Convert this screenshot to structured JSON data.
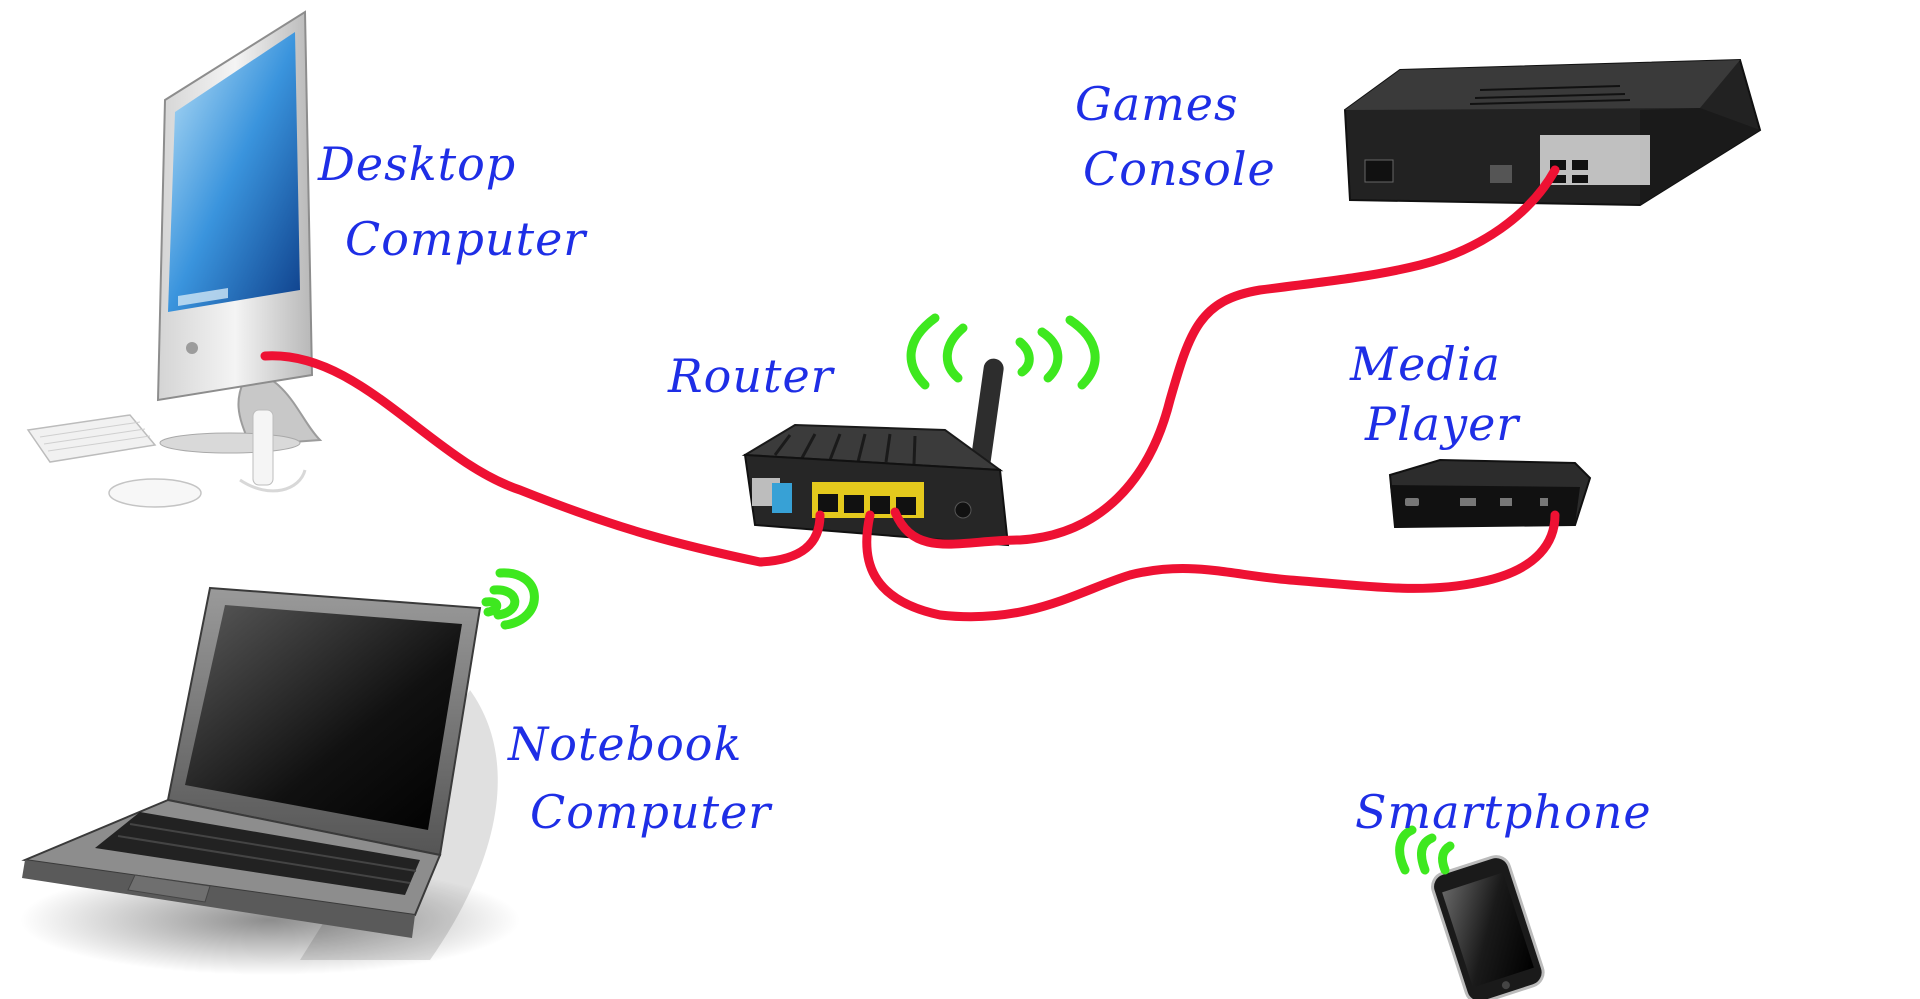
{
  "labels": {
    "desktop": [
      "Desktop",
      "Computer"
    ],
    "notebook": [
      "Notebook",
      "Computer"
    ],
    "router": "Router",
    "games": [
      "Games",
      "Console"
    ],
    "media": [
      "Media",
      "Player"
    ],
    "smartphone": "Smartphone"
  },
  "colors": {
    "cable": "#ee1133",
    "wifi": "#3ee81f",
    "label": "#1e2ee6",
    "device_dark": "#2a2a2a"
  }
}
